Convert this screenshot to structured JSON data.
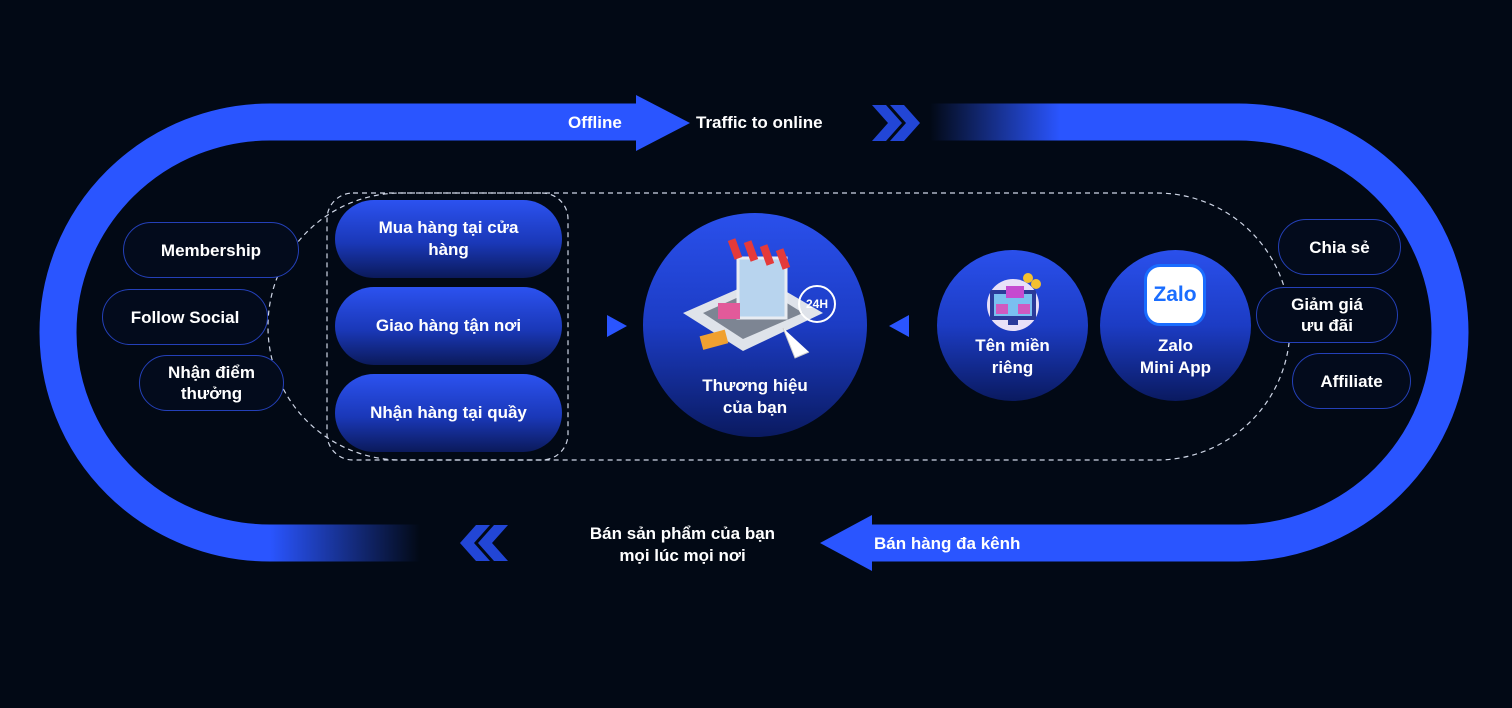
{
  "colors": {
    "background": "#020915",
    "accent": "#2a55ff"
  },
  "flow": {
    "top_left_label": "Offline",
    "top_right_label": "Traffic to online",
    "bottom_right_label": "Bán hàng đa kênh",
    "bottom_left_label_line1": "Bán sản phẩm của bạn",
    "bottom_left_label_line2": "mọi lúc mọi nơi"
  },
  "offline_channels": [
    {
      "label": "Mua hàng tại cửa hàng"
    },
    {
      "label": "Giao hàng tận nơi"
    },
    {
      "label": "Nhận hàng tại quầy"
    }
  ],
  "left_benefits": [
    {
      "label": "Membership"
    },
    {
      "label": "Follow Social"
    },
    {
      "label": "Nhận điểm thưởng"
    }
  ],
  "center": {
    "label_line1": "Thương hiệu",
    "label_line2": "của bạn",
    "badge": "24H"
  },
  "online_channels": [
    {
      "label_line1": "Tên miền",
      "label_line2": "riêng"
    },
    {
      "label_line1": "Zalo",
      "label_line2": "Mini App",
      "logo_text": "Zalo"
    }
  ],
  "right_benefits": [
    {
      "label": "Chia sẻ"
    },
    {
      "label": "Giảm giá ưu đãi"
    },
    {
      "label": "Affiliate"
    }
  ]
}
